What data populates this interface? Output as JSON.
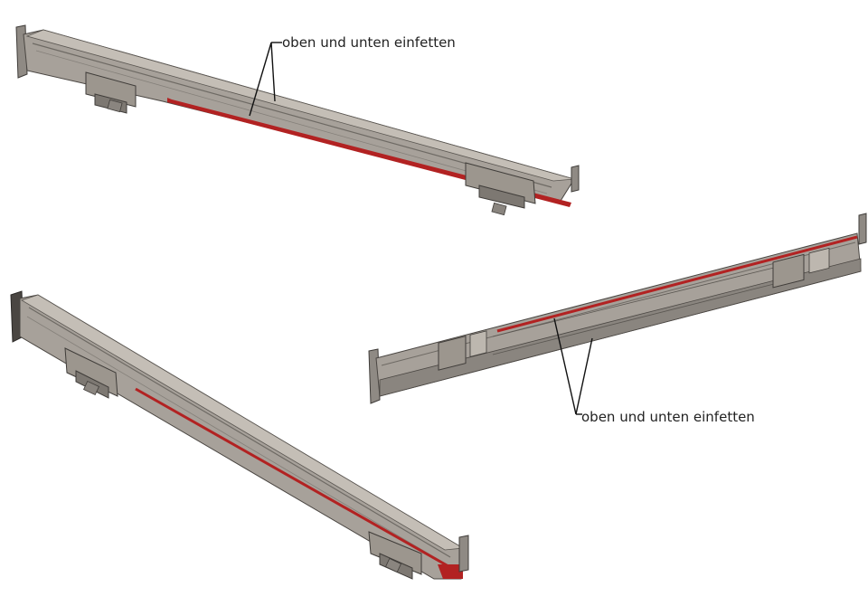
{
  "annotations": {
    "top_label": "oben und unten einfetten",
    "right_label": "oben und unten einfetten"
  },
  "colors": {
    "rail_light": "#b9b3ab",
    "rail_mid": "#9c968e",
    "rail_dark": "#6e6a64",
    "rail_edge": "#3f3c39",
    "grease_red": "#b22222",
    "leader": "#111111"
  },
  "rails": [
    {
      "id": "rail-top",
      "description_icon": "telescopic-rail-icon"
    },
    {
      "id": "rail-right",
      "description_icon": "telescopic-rail-icon"
    },
    {
      "id": "rail-bottom",
      "description_icon": "telescopic-rail-icon"
    }
  ]
}
